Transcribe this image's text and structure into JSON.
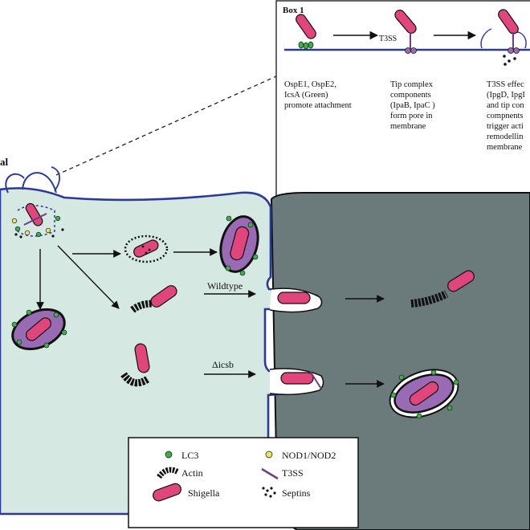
{
  "box1": {
    "title": "Box 1",
    "t3ss_label": "T3SS",
    "step1": [
      "OspE1, OspE2,",
      "IcsA (Green)",
      "promote attachment"
    ],
    "step2": [
      "Tip complex",
      "components",
      "(IpaB, IpaC )",
      "form pore in",
      "membrane"
    ],
    "step3": [
      "T3SS effec",
      "(IpgD, IpgI",
      "and tip con",
      "compnents",
      "trigger acti",
      "remodellin",
      "membrane"
    ]
  },
  "left_label": "al",
  "pathway": {
    "wildtype": "Wildtype",
    "dicsb": "Δicsb"
  },
  "legend": {
    "lc3": "LC3",
    "nod": "NOD1/NOD2",
    "actin": "Actin",
    "t3ss": "T3SS",
    "shigella": "Shigella",
    "septins": "Septins"
  },
  "colors": {
    "cell_fill": "#d5e8e1",
    "cell_border": "#2b3a9a",
    "neighbor_cell": "#6b7b7b",
    "shigella": "#e0457b",
    "vacuole": "#9a6bb5",
    "lc3": "#3db04a",
    "nod": "#e8e36a",
    "actin": "#222222"
  }
}
